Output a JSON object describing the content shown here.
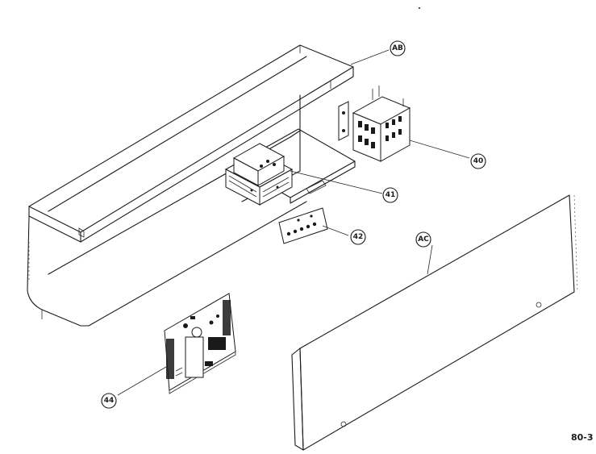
{
  "callouts": {
    "ab": "AB",
    "ac": "AC",
    "p40": "40",
    "p41": "41",
    "p42": "42",
    "p44": "44"
  },
  "drawing_code": "80-3"
}
